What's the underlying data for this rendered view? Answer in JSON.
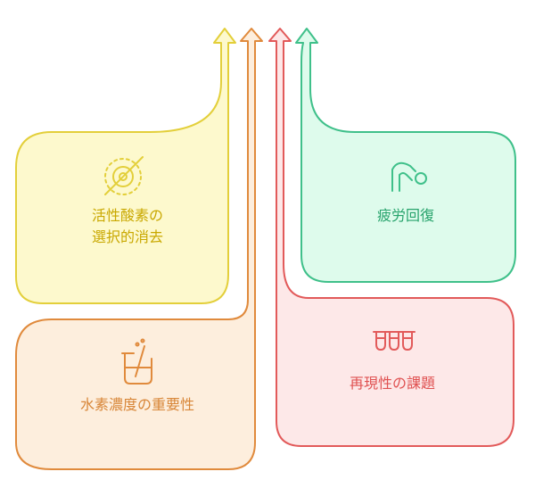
{
  "nodes": {
    "active_oxygen": {
      "label_line1": "活性酸素の",
      "label_line2": "選択的消去",
      "icon": "no-target-icon",
      "color": "#e3cf3a",
      "fill": "#fdf9cd"
    },
    "fatigue": {
      "label": "疲労回復",
      "icon": "stretching-person-icon",
      "color": "#3fc08a",
      "fill": "#defbec"
    },
    "concentration": {
      "label": "水素濃度の重要性",
      "icon": "beaker-icon",
      "color": "#e08a3c",
      "fill": "#fdeedd"
    },
    "reproducibility": {
      "label": "再現性の課題",
      "icon": "test-tubes-icon",
      "color": "#e25a5a",
      "fill": "#fde8e8"
    }
  }
}
